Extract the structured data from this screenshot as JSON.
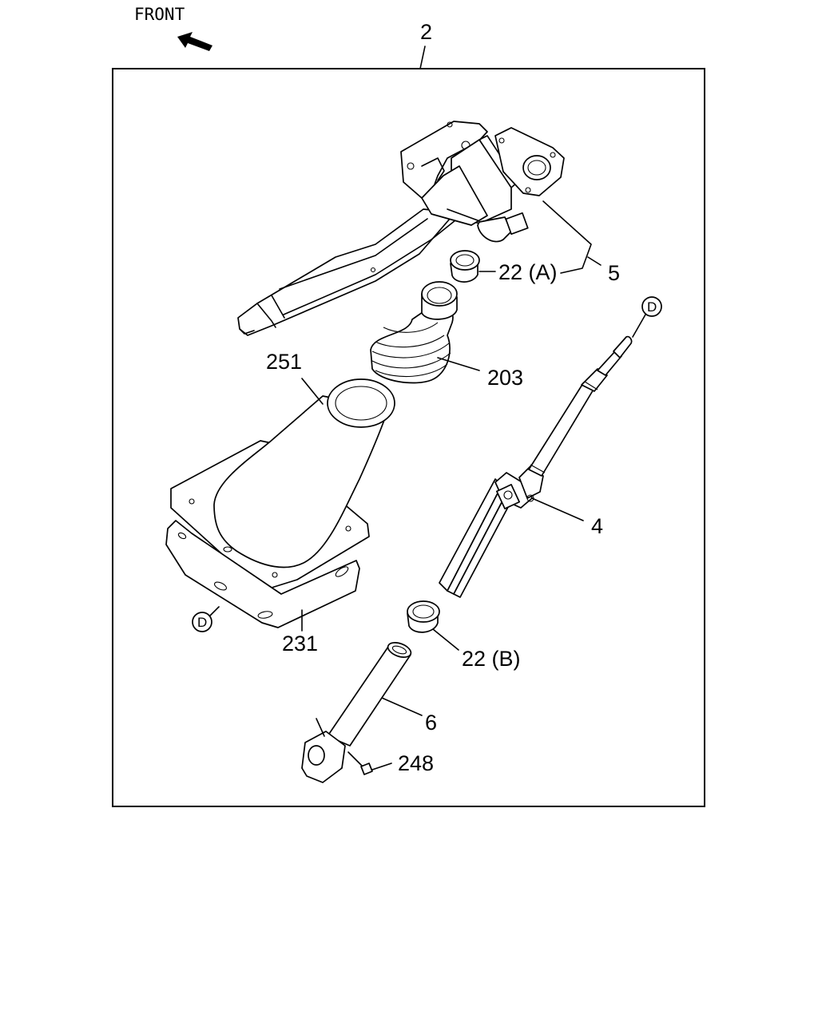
{
  "front_label": "FRONT",
  "assembly_label": "2",
  "callouts": {
    "p5": "5",
    "p22a": "22 (A)",
    "p203": "203",
    "p251": "251",
    "p4": "4",
    "p231": "231",
    "p22b": "22 (B)",
    "p6": "6",
    "p248": "248",
    "connector_d": "D"
  },
  "icons": {
    "front_arrow": "front-arrow-icon",
    "connector": "connector-d-icon"
  }
}
